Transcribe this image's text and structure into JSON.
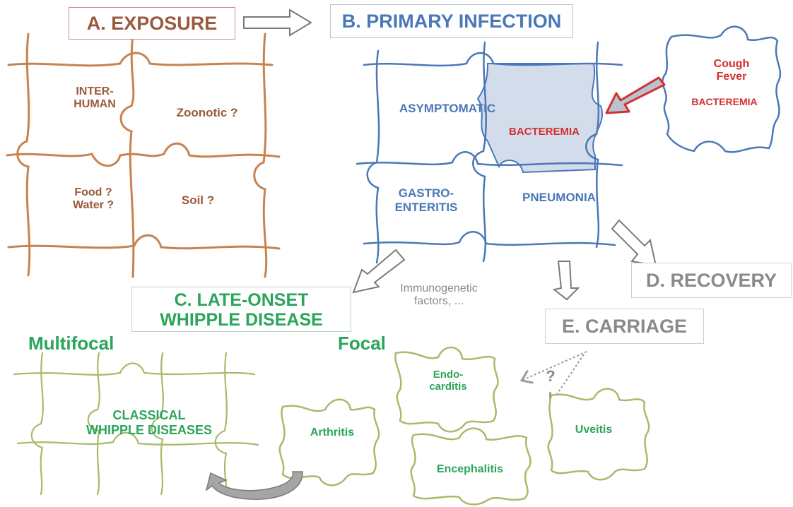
{
  "stages": {
    "exposure": "A. EXPOSURE",
    "primary_infection": "B. PRIMARY INFECTION",
    "late_onset_line1": "C. LATE-ONSET",
    "late_onset_line2": "WHIPPLE DISEASE",
    "recovery": "D. RECOVERY",
    "carriage": "E. CARRIAGE"
  },
  "exposure_pieces": {
    "interhuman_line1": "INTER-",
    "interhuman_line2": "HUMAN",
    "zoonotic": "Zoonotic ?",
    "food": "Food ?",
    "water": "Water ?",
    "soil": "Soil ?"
  },
  "infection_pieces": {
    "asymptomatic": "ASYMPTOMATIC",
    "bacteremia": "BACTEREMIA",
    "gastro_line1": "GASTRO-",
    "gastro_line2": "ENTERITIS",
    "pneumonia": "PNEUMONIA"
  },
  "side_piece": {
    "cough": "Cough",
    "fever": "Fever",
    "bacteremia": "BACTEREMIA"
  },
  "factors": {
    "line1": "Immunogenetic",
    "line2": "factors, ..."
  },
  "late_onset": {
    "multifocal": "Multifocal",
    "focal": "Focal",
    "classical_line1": "CLASSICAL",
    "classical_line2": "WHIPPLE DISEASES",
    "endo_line1": "Endo-",
    "endo_line2": "carditis",
    "arthritis": "Arthritis",
    "uveitis": "Uveitis",
    "encephalitis": "Encephalitis",
    "question": "?"
  },
  "colors": {
    "exposure": "#c8824f",
    "infection": "#4a78b8",
    "highlight_fill": "#d3dcea",
    "red": "#d32f2f",
    "late_onset_green": "#2aa55a",
    "focal_piece": "#a9ba6a",
    "arrow_grey": "#9a9a9a"
  }
}
